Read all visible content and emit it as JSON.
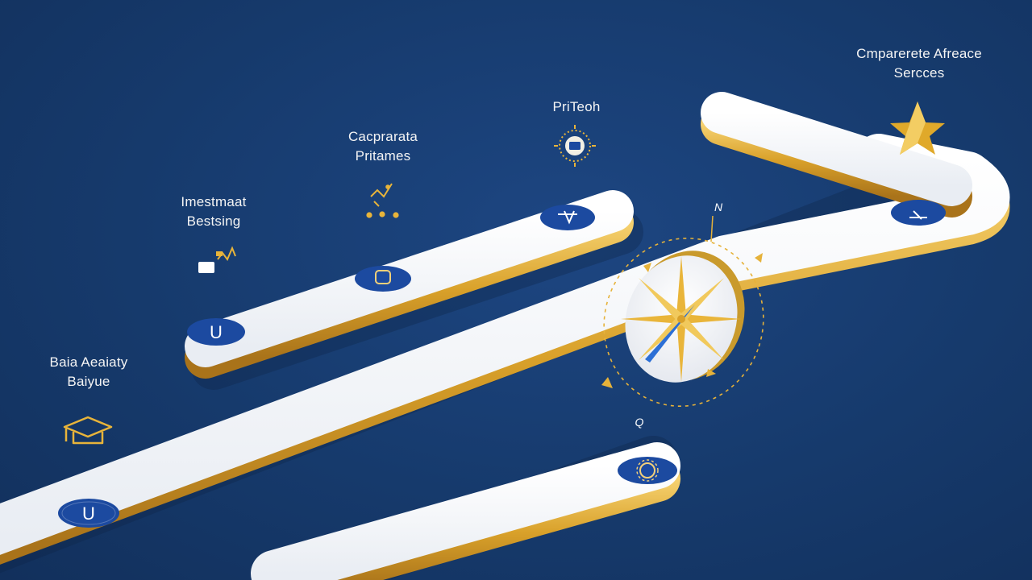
{
  "labels": {
    "data_analytics": {
      "line1": "Baia Aeaiaty",
      "line2": "Baiyue"
    },
    "investment_banking": {
      "line1": "Imestmaat",
      "line2": "Bestsing"
    },
    "corporate_finance": {
      "line1": "Cacprarata",
      "line2": "Pritames"
    },
    "fintech": {
      "line1": "PriTeoh"
    },
    "corporate_advisory": {
      "line1": "Cmparerete Afreace",
      "line2": "Sercces"
    }
  },
  "compass": {
    "north": "N",
    "south": "Q"
  },
  "icons": {
    "milestone_u_glyph": "U",
    "data_analytics_icon": "graduation-cap-icon",
    "investment_banking_icon": "briefcase-icon",
    "corporate_finance_icon": "growth-chart-icon",
    "fintech_icon": "sun-gear-icon",
    "goal_icon": "star-icon"
  },
  "colors": {
    "background": "#173a6e",
    "track": "#ffffff",
    "gold": "#e0a92a",
    "badge": "#1c4aa0"
  }
}
